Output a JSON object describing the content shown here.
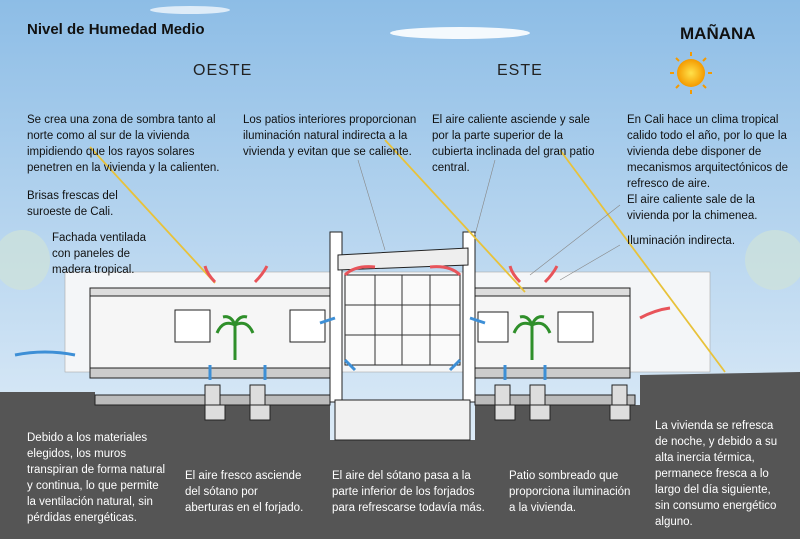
{
  "title": "Nivel de Humedad Medio",
  "time_of_day": "MAÑANA",
  "directions": {
    "west": "OESTE",
    "east": "ESTE"
  },
  "colors": {
    "sky_top": "#8dbde6",
    "sky_bottom": "#eef5fb",
    "ground": "#555555",
    "sun": "#f7a800",
    "warm_air": "#e8545a",
    "cool_air": "#3d8fd6",
    "sun_ray": "#e8c23a"
  },
  "annotations_top": {
    "shade": "Se crea una zona de sombra tanto al\nnorte como al sur de la vivienda\nimpidiendo que los rayos solares\npenetren en la vivienda y la calienten.",
    "patios": "Los patios interiores proporcionan\niluminación natural indirecta a la\nvivienda y evitan que se caliente.",
    "hot_air_roof": "El aire caliente asciende y sale\npor la parte superior de la\ncubierta inclinada del gran patio\ncentral.",
    "climate": "En Cali hace un clima tropical\ncalido todo el año, por lo que la\nvivienda debe disponer de\nmecanismos arquitectónicos de\nrefresco de aire.",
    "breezes": "Brisas frescas del\nsuroeste de Cali.",
    "facade": "Fachada ventilada\ncon paneles de\nmadera tropical.",
    "chimney": "El aire caliente sale de la\nvivienda por la chimenea.",
    "indirect_light": "Iluminación indirecta."
  },
  "annotations_bottom": {
    "materials": "Debido a los materiales\nelegidos, los muros\ntranspiran de forma natural\ny continua, lo que permite\nla ventilación natural, sin\npérdidas energéticas.",
    "fresh_air": "El aire fresco asciende\ndel sótano por\naberturas en el forjado.",
    "basement_air": "El aire del sótano pasa a la\nparte inferior de los forjados\npara refrescarse todavía más.",
    "shaded_patio": "Patio sombreado que\nproporciona iluminación\na la vivienda.",
    "night_cooling": "La vivienda se refresca\nde noche, y debido a su\nalta inercia térmica,\npermanece fresca a lo\nlargo del día siguiente,\nsin consumo energético\nalguno."
  }
}
